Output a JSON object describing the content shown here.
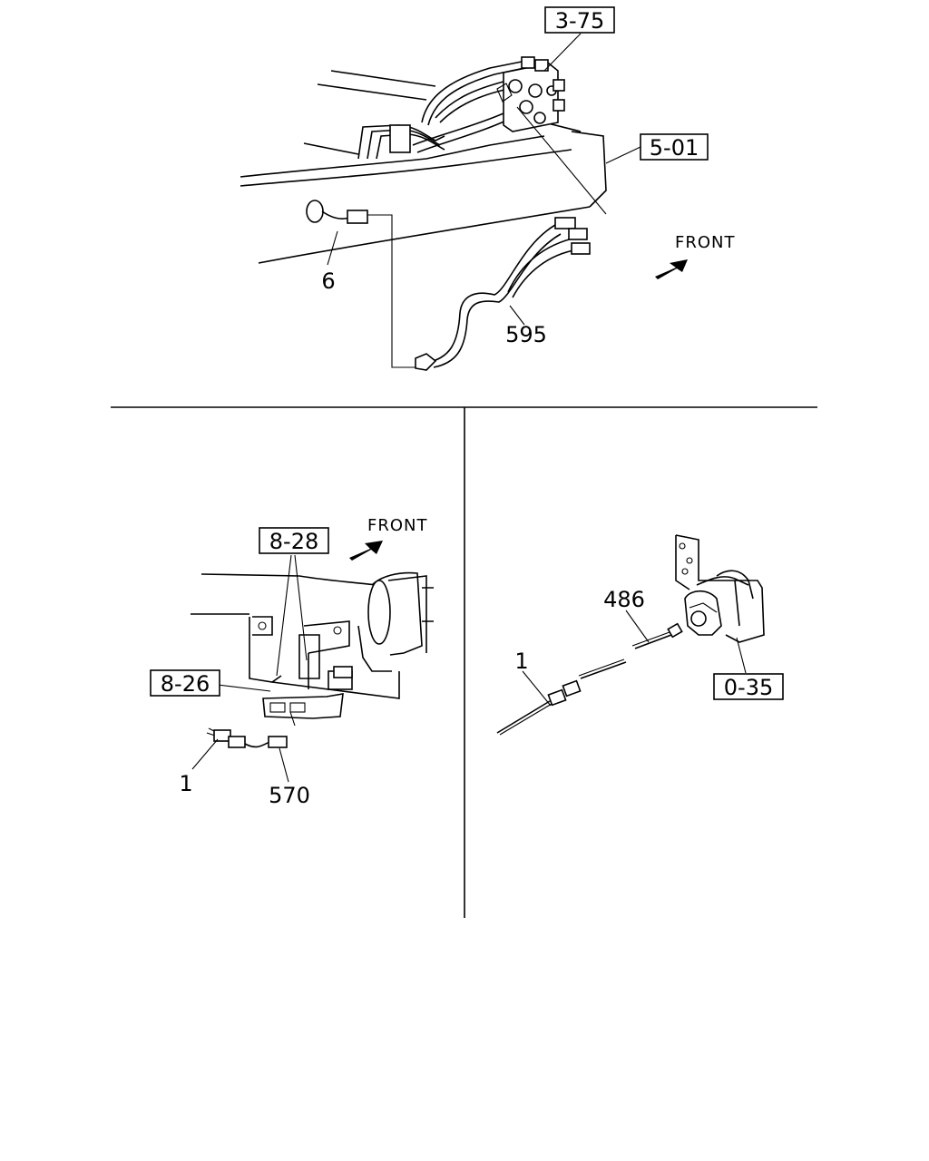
{
  "top_panel": {
    "ref_boxes": {
      "r375": "3-75",
      "r501": "5-01"
    },
    "direction": "FRONT",
    "callouts": {
      "c6": "6",
      "c595": "595"
    }
  },
  "bottom_left_panel": {
    "ref_boxes": {
      "r828": "8-28",
      "r826": "8-26"
    },
    "direction": "FRONT",
    "callouts": {
      "c1": "1",
      "c570": "570"
    }
  },
  "bottom_right_panel": {
    "ref_boxes": {
      "r035": "0-35"
    },
    "callouts": {
      "c486": "486",
      "c1": "1"
    }
  }
}
